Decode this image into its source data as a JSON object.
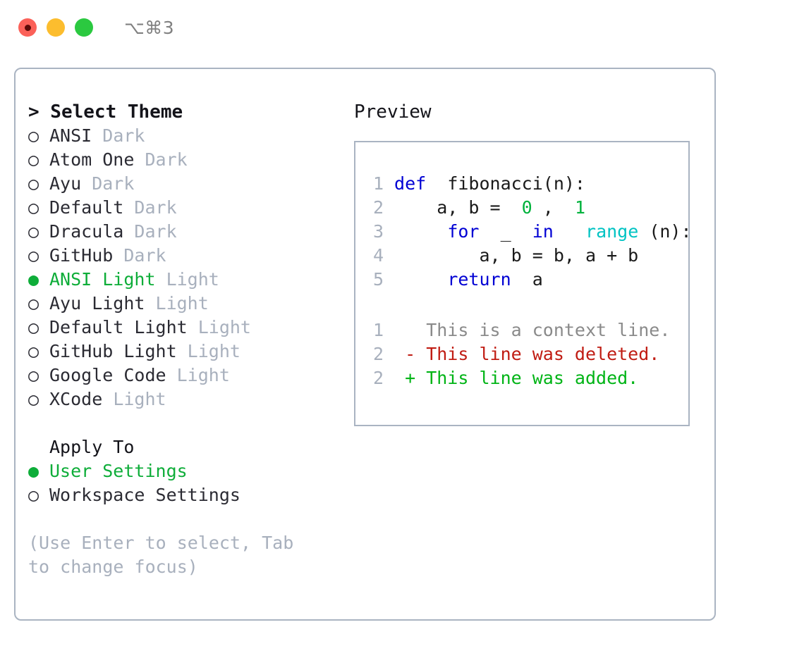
{
  "window": {
    "title": "⌥⌘3",
    "traffic_lights": [
      "close-button",
      "minimize-button",
      "zoom-button"
    ]
  },
  "theme_panel": {
    "header": "> Select Theme",
    "bullet_selected": "●",
    "bullet_unselected": "○",
    "items": [
      {
        "name": "ANSI",
        "kind": "Dark",
        "selected": false
      },
      {
        "name": "Atom One",
        "kind": "Dark",
        "selected": false
      },
      {
        "name": "Ayu",
        "kind": "Dark",
        "selected": false
      },
      {
        "name": "Default",
        "kind": "Dark",
        "selected": false
      },
      {
        "name": "Dracula",
        "kind": "Dark",
        "selected": false
      },
      {
        "name": "GitHub",
        "kind": "Dark",
        "selected": false
      },
      {
        "name": "ANSI Light",
        "kind": "Light",
        "selected": true
      },
      {
        "name": "Ayu Light",
        "kind": "Light",
        "selected": false
      },
      {
        "name": "Default Light",
        "kind": "Light",
        "selected": false
      },
      {
        "name": "GitHub Light",
        "kind": "Light",
        "selected": false
      },
      {
        "name": "Google Code",
        "kind": "Light",
        "selected": false
      },
      {
        "name": "XCode",
        "kind": "Light",
        "selected": false
      }
    ]
  },
  "apply_to": {
    "header": "Apply To",
    "options": [
      {
        "label": "User Settings",
        "selected": true
      },
      {
        "label": "Workspace Settings",
        "selected": false
      }
    ]
  },
  "hint": "(Use Enter to select, Tab to change focus)",
  "preview": {
    "header": "Preview",
    "code_lines": [
      {
        "num": "1",
        "tokens": [
          {
            "t": "def",
            "c": "kw"
          },
          {
            "t": " fibonacci(n):",
            "c": "code-body"
          }
        ]
      },
      {
        "num": "2",
        "tokens": [
          {
            "t": "    a, b = ",
            "c": "code-body"
          },
          {
            "t": "0",
            "c": "num"
          },
          {
            "t": ", ",
            "c": "code-body"
          },
          {
            "t": "1",
            "c": "num"
          }
        ]
      },
      {
        "num": "3",
        "tokens": [
          {
            "t": "    ",
            "c": "code-body"
          },
          {
            "t": "for",
            "c": "kw"
          },
          {
            "t": " _ ",
            "c": "code-body"
          },
          {
            "t": "in",
            "c": "kw"
          },
          {
            "t": " ",
            "c": "code-body"
          },
          {
            "t": "range",
            "c": "fn"
          },
          {
            "t": "(n):",
            "c": "code-body"
          }
        ]
      },
      {
        "num": "4",
        "tokens": [
          {
            "t": "        a, b = b, a + b",
            "c": "code-body"
          }
        ]
      },
      {
        "num": "5",
        "tokens": [
          {
            "t": "    ",
            "c": "code-body"
          },
          {
            "t": "return",
            "c": "kw"
          },
          {
            "t": " a",
            "c": "code-body"
          }
        ]
      }
    ],
    "diff_lines": [
      {
        "num": "1",
        "marker": "  ",
        "text": "This is a context line.",
        "c": "ctx"
      },
      {
        "num": "2",
        "marker": "- ",
        "text": "This line was deleted.",
        "c": "del"
      },
      {
        "num": "2",
        "marker": "+ ",
        "text": "This line was added.",
        "c": "add"
      }
    ]
  },
  "colors": {
    "accent_green": "#0ead39",
    "muted": "#a8b0bd",
    "border": "#aab4c2",
    "keyword_blue": "#0000d4",
    "function_cyan": "#00c3c3",
    "number_green": "#00b23c",
    "diff_delete_red": "#c01c13",
    "diff_add_green": "#00b416"
  }
}
